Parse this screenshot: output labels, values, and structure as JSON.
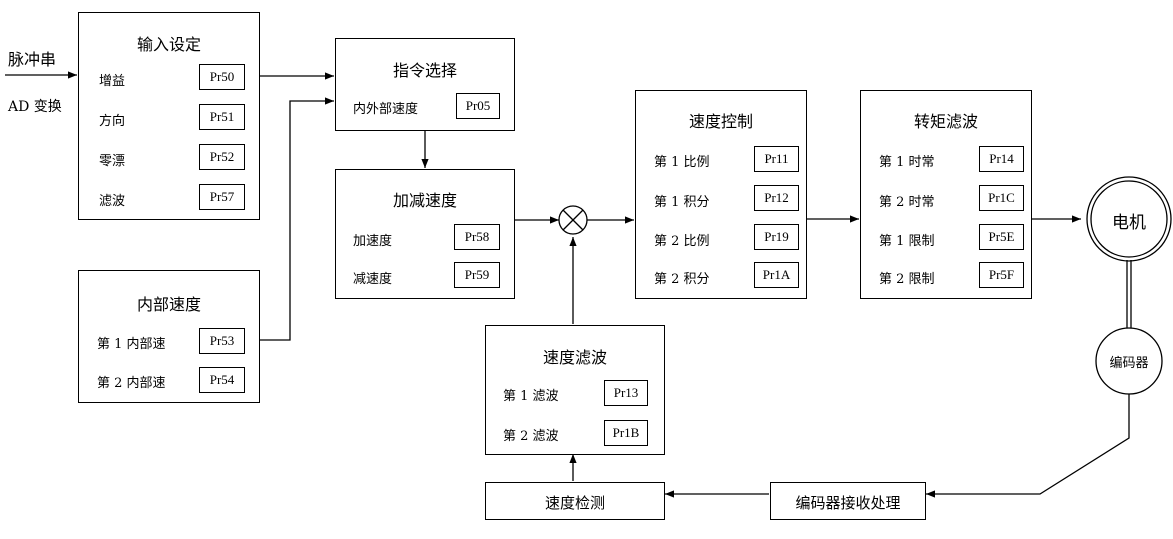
{
  "inputs": {
    "pulse": "脉冲串",
    "ad": "AD 变换"
  },
  "input_setting": {
    "title": "输入设定",
    "rows": [
      {
        "label": "增益",
        "param": "Pr50"
      },
      {
        "label": "方向",
        "param": "Pr51"
      },
      {
        "label": "零漂",
        "param": "Pr52"
      },
      {
        "label": "滤波",
        "param": "Pr57"
      }
    ]
  },
  "internal_speed": {
    "title": "内部速度",
    "rows": [
      {
        "label": "第 1 内部速",
        "param": "Pr53"
      },
      {
        "label": "第 2 内部速",
        "param": "Pr54"
      }
    ]
  },
  "command_select": {
    "title": "指令选择",
    "rows": [
      {
        "label": "内外部速度",
        "param": "Pr05"
      }
    ]
  },
  "accel_decel": {
    "title": "加减速度",
    "rows": [
      {
        "label": "加速度",
        "param": "Pr58"
      },
      {
        "label": "减速度",
        "param": "Pr59"
      }
    ]
  },
  "speed_control": {
    "title": "速度控制",
    "rows": [
      {
        "label": "第 1 比例",
        "param": "Pr11"
      },
      {
        "label": "第 1 积分",
        "param": "Pr12"
      },
      {
        "label": "第 2 比例",
        "param": "Pr19"
      },
      {
        "label": "第 2 积分",
        "param": "Pr1A"
      }
    ]
  },
  "torque_filter": {
    "title": "转矩滤波",
    "rows": [
      {
        "label": "第 1 时常",
        "param": "Pr14"
      },
      {
        "label": "第 2 时常",
        "param": "Pr1C"
      },
      {
        "label": "第 1 限制",
        "param": "Pr5E"
      },
      {
        "label": "第 2 限制",
        "param": "Pr5F"
      }
    ]
  },
  "speed_filter": {
    "title": "速度滤波",
    "rows": [
      {
        "label": "第 1 滤波",
        "param": "Pr13"
      },
      {
        "label": "第 2 滤波",
        "param": "Pr1B"
      }
    ]
  },
  "motor": "电机",
  "encoder": "编码器",
  "speed_detect": "速度检测",
  "encoder_receive": "编码器接收处理"
}
